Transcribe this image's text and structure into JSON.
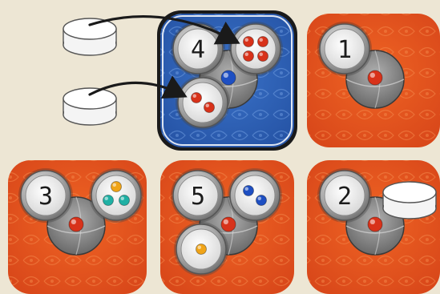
{
  "colors": {
    "background": "#ede6d4",
    "tile_orange": "#e8561a",
    "tile_orange_dark": "#c8420e",
    "tile_blue": "#2d62b8",
    "tile_blue_dark": "#1f4a94",
    "highlight_border": "#1a1a1a",
    "socket_metal": "#9a9a9a",
    "socket_face": "#eeeeee",
    "arrow": "#1a1a1a",
    "marker_white": "#ffffff",
    "gem_red": "#d8321a",
    "gem_blue": "#1e4fc2",
    "gem_teal": "#1fb0a4",
    "gem_yellow": "#f0a418"
  },
  "supply_markers": [
    {
      "id": "marker-top"
    },
    {
      "id": "marker-bottom"
    }
  ],
  "tiles": [
    {
      "label": "4",
      "highlighted": true,
      "color": "blue",
      "center_gem": "blue",
      "sockets": [
        {
          "gems": [
            "red",
            "red",
            "red",
            "red"
          ]
        },
        {
          "gems": [
            "red",
            "red"
          ]
        }
      ],
      "placed_marker": false
    },
    {
      "label": "1",
      "highlighted": false,
      "color": "orange",
      "center_gem": "red",
      "sockets": [],
      "placed_marker": false
    },
    {
      "label": "3",
      "highlighted": false,
      "color": "orange",
      "center_gem": "red",
      "sockets": [
        {
          "gems": [
            "yellow",
            "teal",
            "teal"
          ]
        }
      ],
      "placed_marker": false
    },
    {
      "label": "5",
      "highlighted": false,
      "color": "orange",
      "center_gem": "red",
      "sockets": [
        {
          "gems": [
            "blue",
            "blue"
          ]
        },
        {
          "gems": [
            "yellow"
          ]
        }
      ],
      "placed_marker": false
    },
    {
      "label": "2",
      "highlighted": false,
      "color": "orange",
      "center_gem": "red",
      "sockets": [],
      "placed_marker": true
    }
  ],
  "moves": [
    {
      "from": "marker-top",
      "to_tile": "4",
      "to_socket": 0
    },
    {
      "from": "marker-bottom",
      "to_tile": "4",
      "to_socket": 1
    }
  ]
}
